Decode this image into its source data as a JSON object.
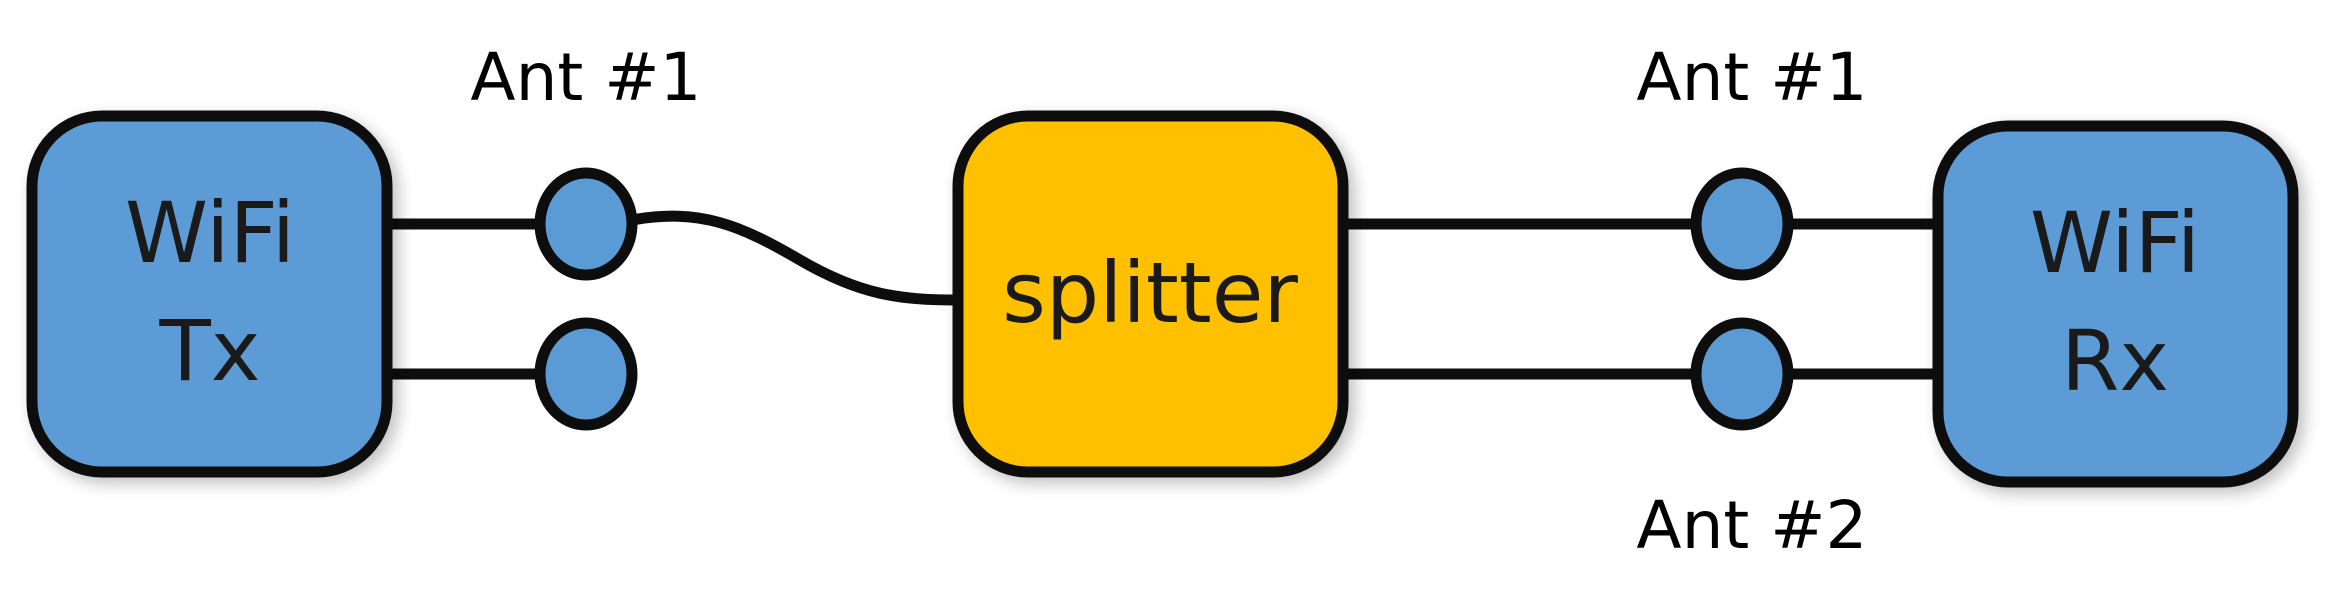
{
  "colors": {
    "wifi_fill": "#5b9bd5",
    "splitter_fill": "#ffc000",
    "stroke": "#0d0d0d",
    "background": "#ffffff"
  },
  "tx": {
    "line1": "WiFi",
    "line2": "Tx"
  },
  "rx": {
    "line1": "WiFi",
    "line2": "Rx"
  },
  "splitter": {
    "label": "splitter"
  },
  "labels": {
    "tx_ant1": "Ant #1",
    "rx_ant1": "Ant #1",
    "rx_ant2": "Ant #2"
  }
}
